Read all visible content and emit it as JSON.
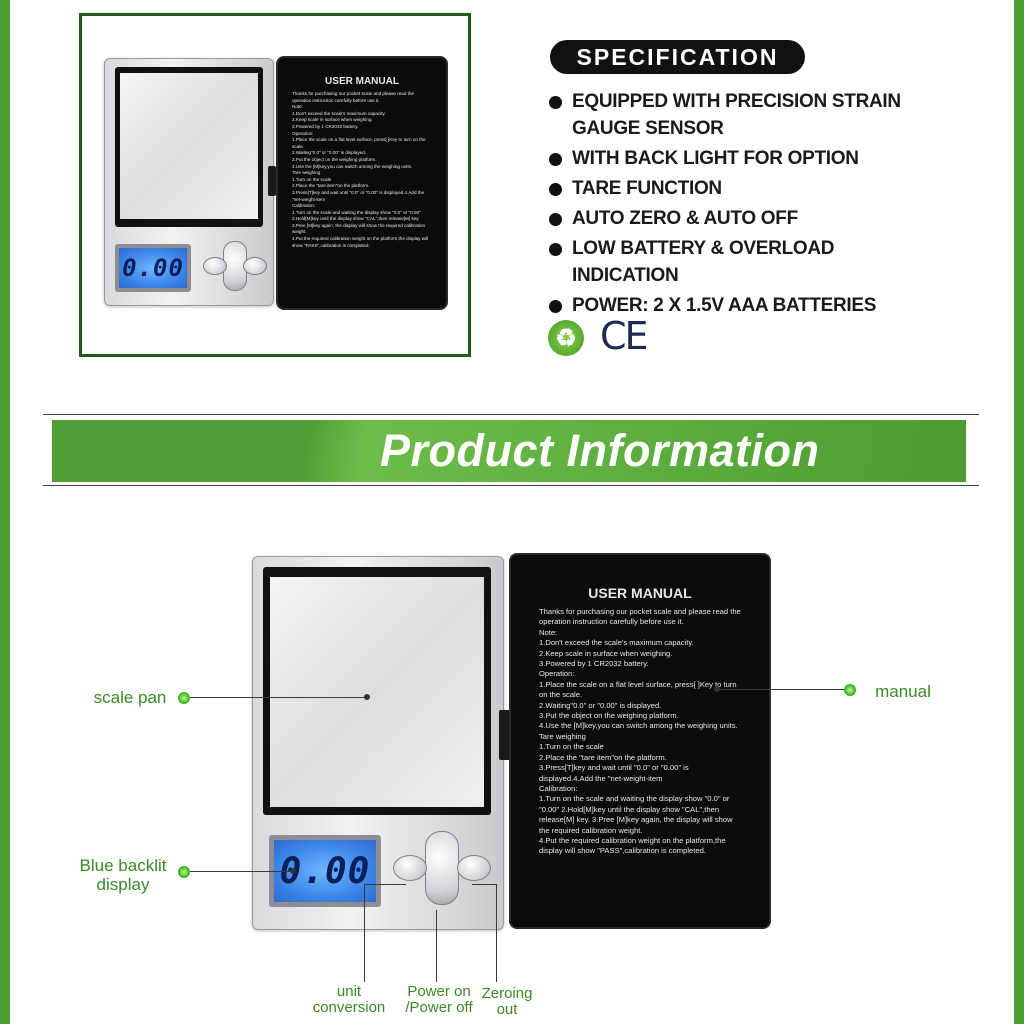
{
  "colors": {
    "accent_green": "#4a9e33",
    "dark_green_border": "#1f5d17",
    "lcd_blue": "#3d86e8",
    "callout_text": "#3a8a26"
  },
  "lcd_reading": "0.00",
  "lcd_reading_small": "0.00",
  "manual": {
    "title": "USER MANUAL",
    "text": "Thanks for purchasing our pocket scale and please read the operation instruction carefully before use it.\nNote:\n1.Don't exceed the scale's maximum capacity.\n2.Keep scale in surface when weighing.\n3.Powered by 1 CR2032 battery.\nOperation:\n1.Place the scale on a flat level surface, press[ ]Key to turn on the scale.\n2.Waiting\"0.0\" or \"0.00\" is displayed.\n3.Put the object on the weighing platform.\n4.Use the [M]key,you can switch among the weighing units.\nTare weighing\n1.Turn on the scale\n2.Place the \"tare item\"on the platform.\n3.Press[T]key and wait until \"0.0\" or \"0.00\" is displayed.4.Add the \"net-weight-item\nCalibration:\n1.Turn on the scale and waiting the display show \"0.0\" or \"0.00\" 2.Hold[M]key until the display show \"CAL\",then release[M] key. 3.Pree [M]key again, the display will show the required calibration weight.\n4.Put the required calibration weight on the platform,the display will show \"PASS\",calibration is completed."
  },
  "spec": {
    "title": "SPECIFICATION",
    "items": [
      "EQUIPPED WITH PRECISION STRAIN GAUGE SENSOR",
      "WITH BACK LIGHT FOR OPTION",
      "TARE  FUNCTION",
      "AUTO ZERO &  AUTO OFF",
      "LOW BATTERY & OVERLOAD INDICATION",
      "POWER:  2 X 1.5V AAA BATTERIES"
    ],
    "ce": "CE"
  },
  "banner": {
    "title": "Product Information"
  },
  "callouts": {
    "scale_pan": "scale pan",
    "manual": "manual",
    "backlit": "Blue backlit\ndisplay",
    "unit": "unit\nconversion",
    "power": "Power on\n/Power off",
    "zero": "Zeroing\nout"
  },
  "icons": {
    "recycle": "recycle-icon",
    "ce": "ce-mark"
  }
}
